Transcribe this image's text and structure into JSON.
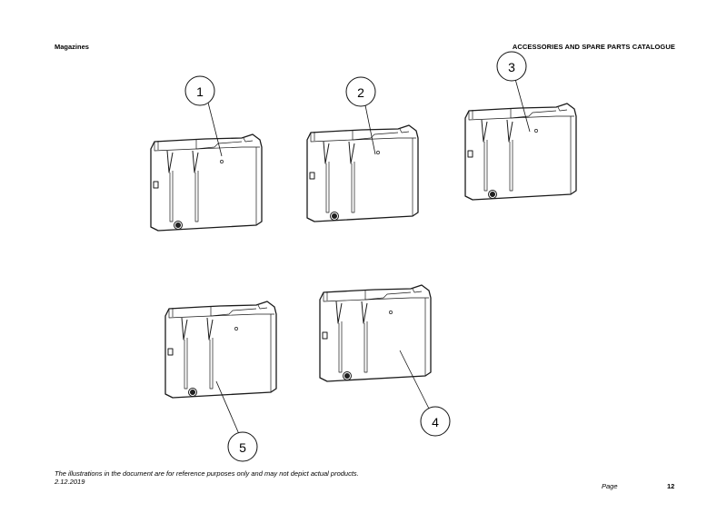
{
  "header": {
    "section": "Magazines",
    "catalogue_title": "ACCESSORIES AND SPARE PARTS CATALOGUE"
  },
  "callouts": {
    "c1": "1",
    "c2": "2",
    "c3": "3",
    "c4": "4",
    "c5": "5"
  },
  "footer": {
    "disclaimer": "The illustrations in the document are for reference purposes only and may not depict actual products.",
    "date": "2.12.2019",
    "page_label": "Page",
    "page_number": "12"
  },
  "icons": [
    "magazine-illustration"
  ]
}
